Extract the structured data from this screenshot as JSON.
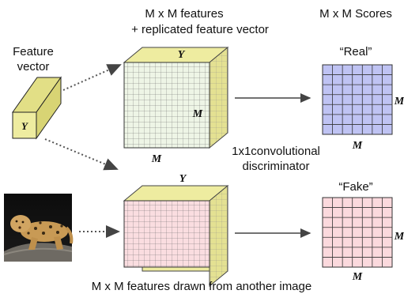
{
  "top_title_line1": "M x M features",
  "top_title_line2": "+ replicated feature vector",
  "scores_title": "M x M Scores",
  "feature_vector_line1": "Feature",
  "feature_vector_line2": "vector",
  "y_symbol": "Y",
  "m_symbol": "M",
  "real_label": "“Real”",
  "fake_label": "“Fake”",
  "disc_line1": "1x1convolutional",
  "disc_line2": "discriminator",
  "bottom_caption": "M x M features drawn from another image",
  "photo_subject": "leopard-photo",
  "colors": {
    "yellow": "#eeeca0",
    "yellow_side": "#e2df86",
    "green_face": "#eef5e6",
    "pink_face": "#fadde0",
    "blue_grid": "#bfc3f3",
    "pink_grid": "#fbd9dd",
    "arrow": "#444444"
  }
}
